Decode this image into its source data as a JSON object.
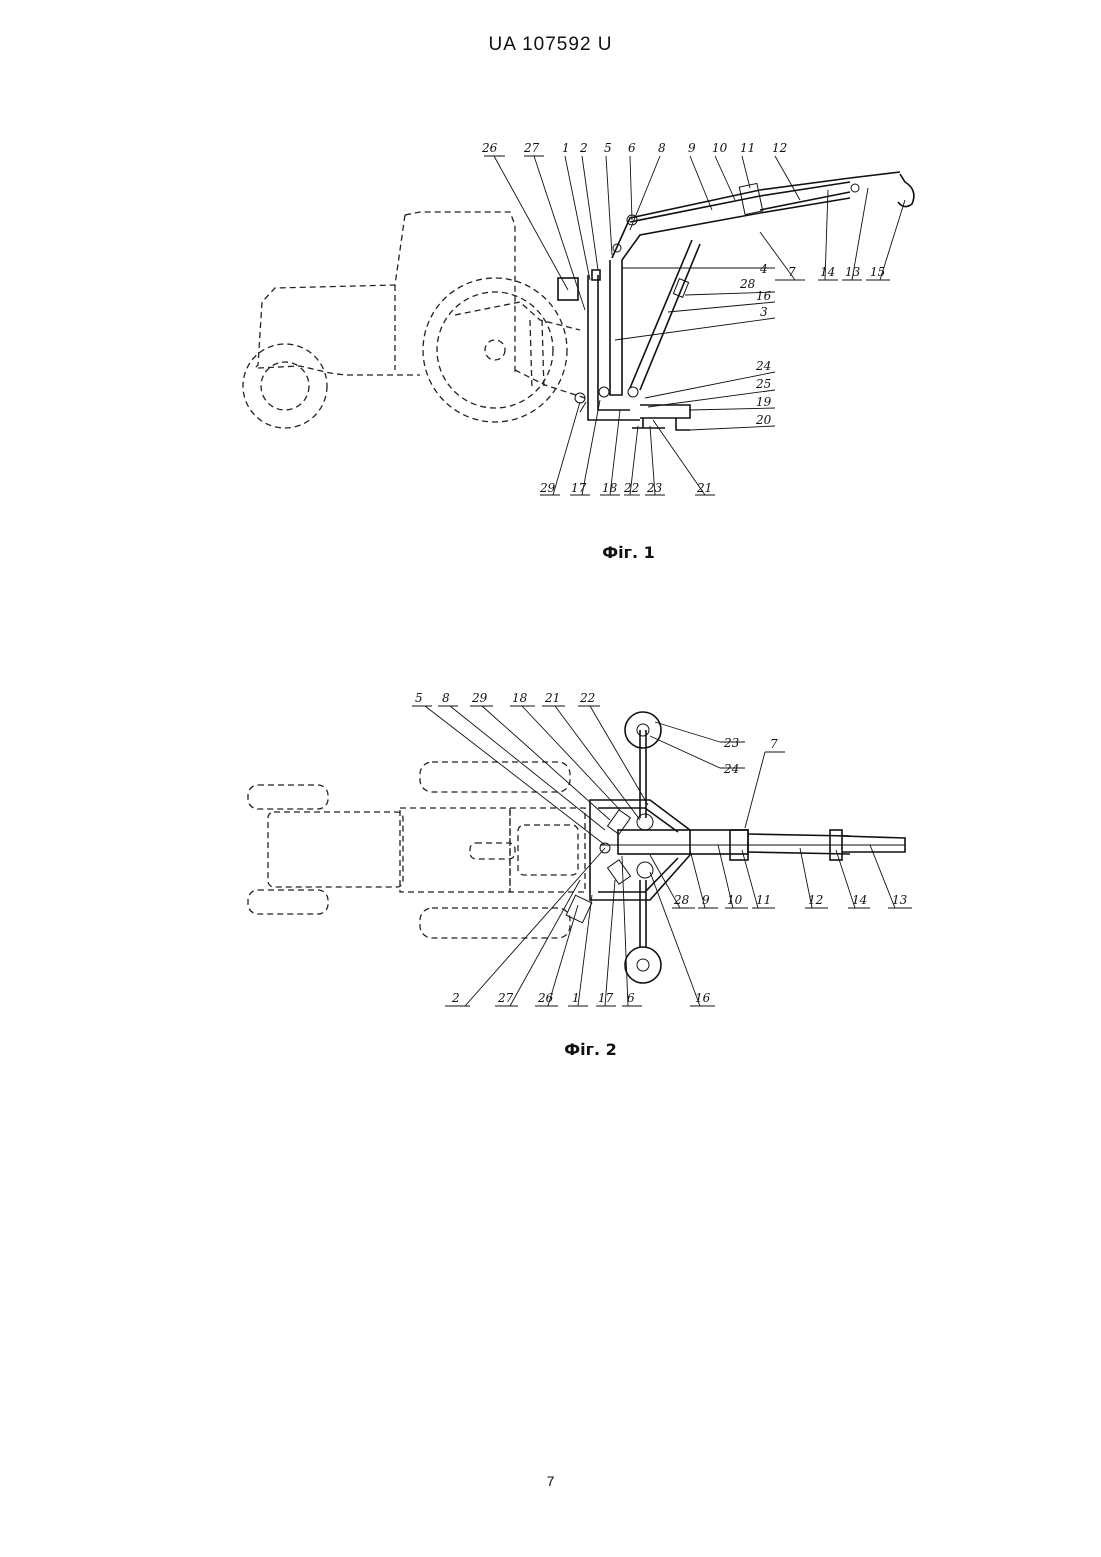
{
  "header": {
    "text": "UA   107592   U"
  },
  "figure1": {
    "caption": "Фіг. 1",
    "labels": [
      "26",
      "27",
      "1",
      "2",
      "5",
      "6",
      "8",
      "9",
      "10",
      "11",
      "12",
      "4",
      "7",
      "14",
      "13",
      "15",
      "28",
      "16",
      "3",
      "24",
      "25",
      "19",
      "20",
      "29",
      "17",
      "18",
      "22",
      "23",
      "21"
    ]
  },
  "figure2": {
    "caption": "Фіг. 2",
    "labels": [
      "5",
      "8",
      "29",
      "18",
      "21",
      "22",
      "23",
      "24",
      "7",
      "28",
      "9",
      "10",
      "11",
      "12",
      "14",
      "13",
      "2",
      "27",
      "26",
      "1",
      "17",
      "6",
      "16"
    ]
  },
  "footer": {
    "page_number": "7"
  }
}
